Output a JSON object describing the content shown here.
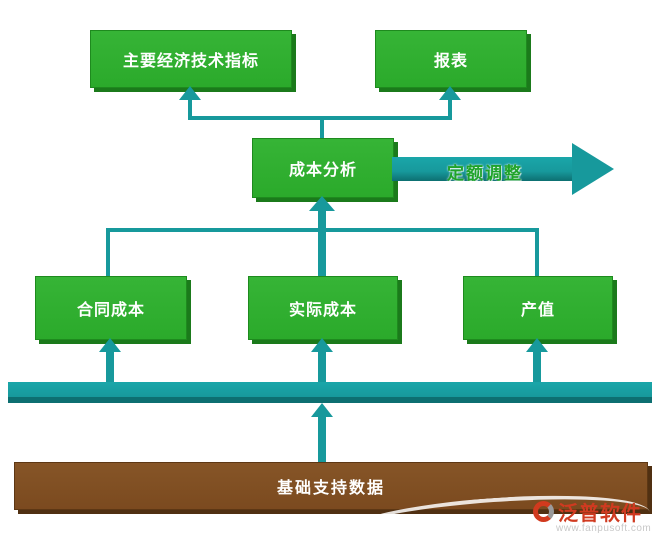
{
  "diagram": {
    "boxes": {
      "indicators": {
        "label": "主要经济技术指标"
      },
      "report": {
        "label": "报表"
      },
      "cost_analysis": {
        "label": "成本分析"
      },
      "contract_cost": {
        "label": "合同成本"
      },
      "actual_cost": {
        "label": "实际成本"
      },
      "output_value": {
        "label": "产值"
      },
      "base_data": {
        "label": "基础支持数据"
      }
    },
    "flow_arrow_label": "定额调整",
    "colors": {
      "box_green": "#2baa2b",
      "box_green_light": "#36b436",
      "box_green_shadow": "#1b7a1b",
      "teal": "#17999c",
      "teal_dark": "#0d6f71",
      "brown": "#7b4a1f",
      "brown_shadow": "#503012",
      "arrow_text": "#1fa32a"
    }
  },
  "watermark": {
    "brand": "泛普软件",
    "url": "www.fanpusoft.com"
  }
}
